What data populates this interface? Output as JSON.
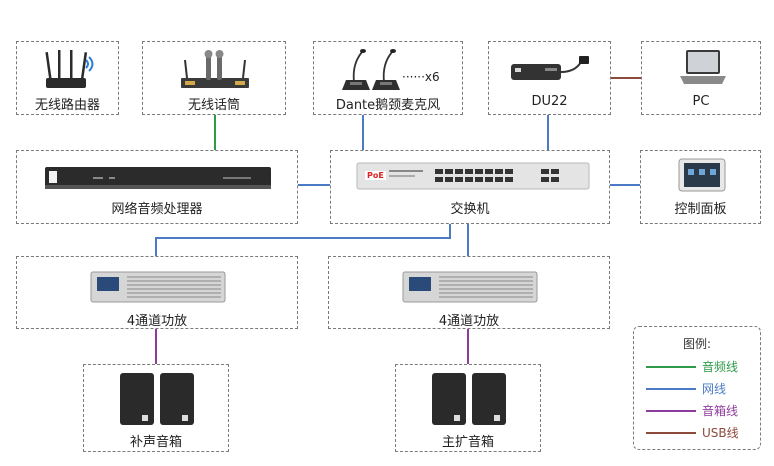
{
  "devices": {
    "router": {
      "label": "无线路由器"
    },
    "wireless_mic": {
      "label": "无线话筒"
    },
    "dante_mic": {
      "label": "Dante鹅颈麦克风",
      "count": "······x6"
    },
    "du22": {
      "label": "DU22"
    },
    "pc": {
      "label": "PC"
    },
    "processor": {
      "label": "网络音频处理器"
    },
    "switch": {
      "label": "交换机",
      "poe_text": "PoE"
    },
    "control_panel": {
      "label": "控制面板"
    },
    "amp_left": {
      "label": "4通道功放"
    },
    "amp_right": {
      "label": "4通道功放"
    },
    "fill_speakers": {
      "label": "补声音箱"
    },
    "main_speakers": {
      "label": "主扩音箱"
    }
  },
  "legend": {
    "title": "图例:",
    "items": [
      {
        "label": "音频线",
        "color": "#2e9a4a"
      },
      {
        "label": "网线",
        "color": "#4a7bc4"
      },
      {
        "label": "音箱线",
        "color": "#8e3c9c"
      },
      {
        "label": "USB线",
        "color": "#8b4a3a"
      }
    ]
  }
}
